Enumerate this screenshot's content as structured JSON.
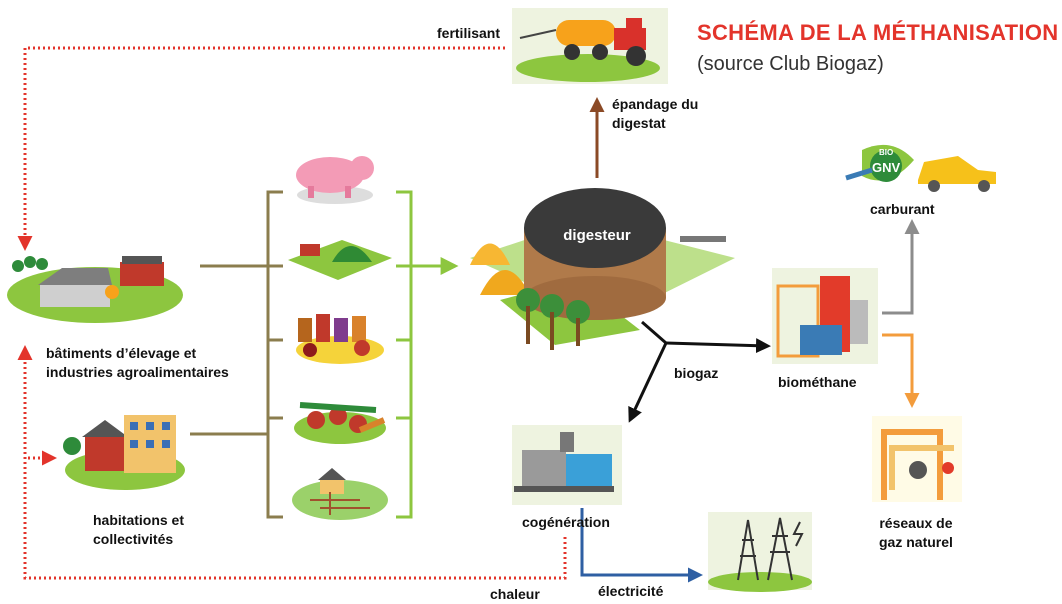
{
  "title": "SCHÉMA DE LA MÉTHANISATION",
  "subtitle": "(source Club Biogaz)",
  "nodes": {
    "fertilisant": "fertilisant",
    "epandage_line1": "épandage du",
    "epandage_line2": "digestat",
    "digesteur": "digesteur",
    "batiments_line1": "bâtiments d’élevage et",
    "batiments_line2": "industries agroalimentaires",
    "habitations_line1": "habitations et",
    "habitations_line2": "collectivités",
    "biogaz": "biogaz",
    "biomethane": "biométhane",
    "carburant": "carburant",
    "gnv_badge": "GNV",
    "bio_badge": "BIO",
    "reseaux_line1": "réseaux de",
    "reseaux_line2": "gaz naturel",
    "cogeneration": "cogénération",
    "electricite": "électricité",
    "chaleur": "chaleur"
  },
  "colors": {
    "title": "#e3342b",
    "dotted_flow": "#e3342b",
    "bracket": "#8b7d4e",
    "input_arrow": "#8dc63f",
    "digestate_arrow": "#8b4a26",
    "biogaz_arrow": "#111111",
    "carburant_arrow": "#8c8c8c",
    "gas_network_arrow": "#f39c3c",
    "electricity_arrow": "#2e5fa3"
  },
  "icons": [
    "tractor-icon",
    "farm-icon",
    "houses-icon",
    "pig-icon",
    "grass-icon",
    "food-waste-icon",
    "vegetables-icon",
    "sewage-icon",
    "digester-icon",
    "biomethane-plant-icon",
    "gnv-badge-icon",
    "car-icon",
    "gas-pipes-icon",
    "cogeneration-engine-icon",
    "power-pylons-icon"
  ]
}
